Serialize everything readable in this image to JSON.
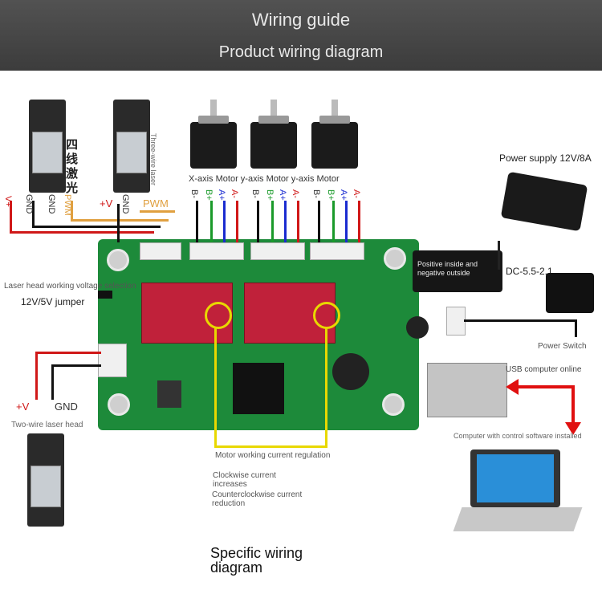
{
  "header": {
    "title": "Wiring guide",
    "subtitle": "Product wiring diagram"
  },
  "lasers": {
    "four_wire_label": "四线激光",
    "three_wire_label": "Three-wire laser",
    "two_wire_label": "Two-wire laser head"
  },
  "wire_labels": {
    "four_wire": [
      "V+",
      "GND",
      "GND",
      "PWM"
    ],
    "three_wire": [
      "+V",
      "GND",
      "PWM"
    ],
    "two_wire": [
      "+V",
      "GND"
    ]
  },
  "motors": {
    "label": "X-axis Motor y-axis Motor y-axis Motor",
    "pins": [
      "B-",
      "B+",
      "A+",
      "A-"
    ]
  },
  "power": {
    "supply_label": "Power supply 12V/8A",
    "polarity_note": "Positive inside and negative outside",
    "dc_label": "DC-5.5-2.1",
    "switch_label": "Power Switch"
  },
  "board": {
    "laser_voltage_label": "Laser head working voltage selection",
    "jumper_label": "12V/5V jumper",
    "usb_label": "USB computer online",
    "computer_label": "Computer with control software installed",
    "current_regulation": "Motor working current regulation",
    "clockwise": "Clockwise current increases",
    "counterclockwise": "Counterclockwise current reduction"
  },
  "footer": {
    "caption": "Specific wiring diagram"
  },
  "colors": {
    "wire_red": "#d01818",
    "wire_black": "#111111",
    "wire_green": "#1a9a2a",
    "wire_blue": "#1a2bd0",
    "wire_pwm": "#e0a040",
    "highlight": "#e8d800",
    "arrow": "#e01010",
    "board": "#1d8a3a"
  }
}
